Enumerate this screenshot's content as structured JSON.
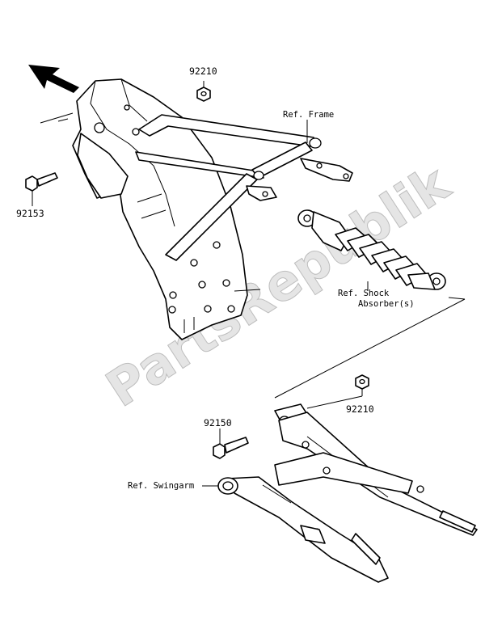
{
  "watermark": "PartsRepublik",
  "labels": {
    "ref_frame": "Ref. Frame",
    "ref_shock_line1": "Ref. Shock",
    "ref_shock_line2": "Absorber(s)",
    "ref_swingarm": "Ref. Swingarm"
  },
  "part_numbers": {
    "nut_top": "92210",
    "bolt_frame": "92153",
    "bolt_swingarm": "92150",
    "nut_swingarm": "92210"
  },
  "icons": {
    "direction": "front-direction-arrow-icon"
  }
}
